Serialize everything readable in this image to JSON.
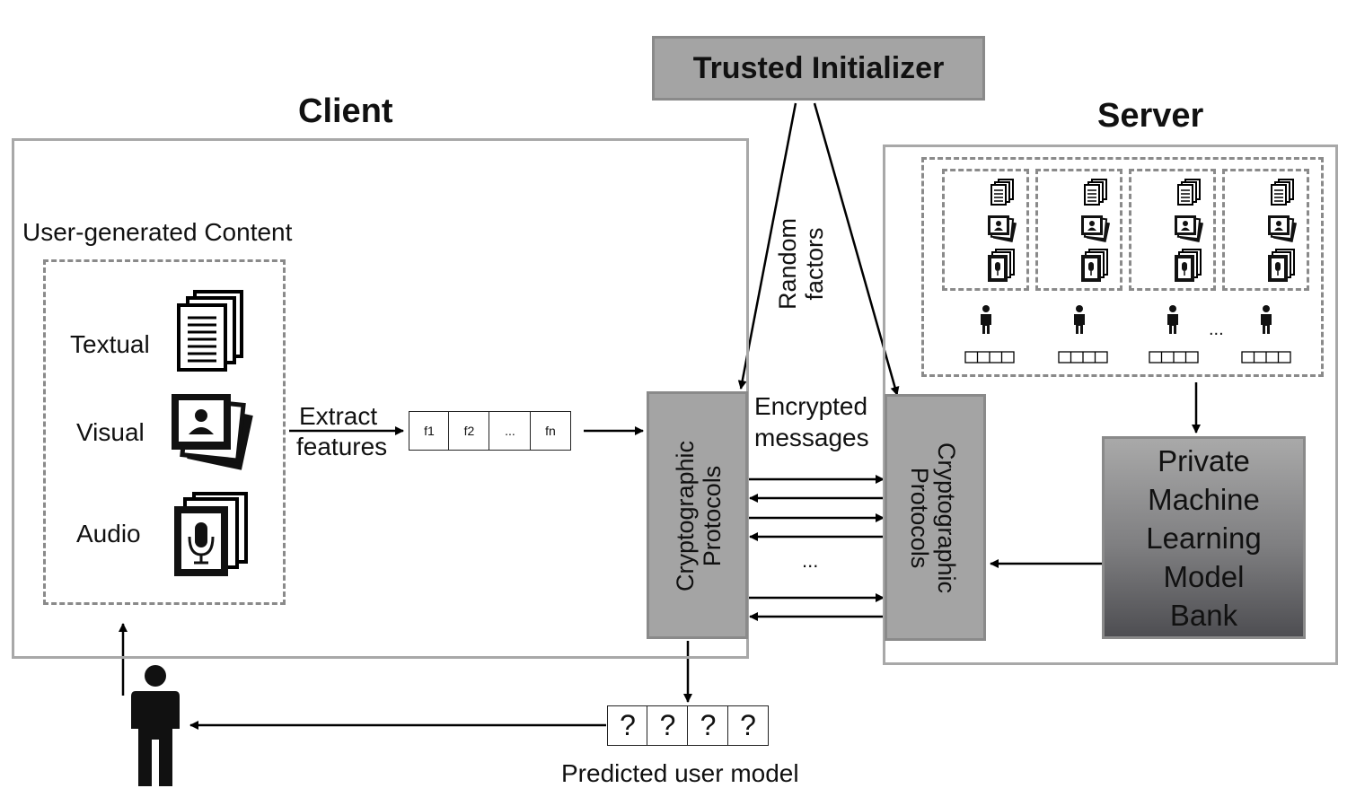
{
  "trusted_initializer": "Trusted Initializer",
  "client": {
    "title": "Client",
    "ugc_title": "User-generated Content",
    "modalities": [
      {
        "label": "Textual",
        "icon": "document-stack-icon"
      },
      {
        "label": "Visual",
        "icon": "photo-stack-icon"
      },
      {
        "label": "Audio",
        "icon": "microphone-stack-icon"
      }
    ],
    "extract_line1": "Extract",
    "extract_line2": "features",
    "features": [
      "f1",
      "f2",
      "...",
      "fn"
    ],
    "crypto_line1": "Cryptographic",
    "crypto_line2": "Protocols"
  },
  "server": {
    "title": "Server",
    "crypto_line1": "Cryptographic",
    "crypto_line2": "Protocols",
    "model_bank": [
      "Private",
      "Machine",
      "Learning",
      "Model",
      "Bank"
    ],
    "user_ellipsis": "..."
  },
  "random_factors_line1": "Random",
  "random_factors_line2": "factors",
  "encrypted_line1": "Encrypted",
  "encrypted_line2": "messages",
  "messages_ellipsis": "...",
  "predicted": {
    "label": "Predicted user model",
    "cells": [
      "?",
      "?",
      "?",
      "?"
    ]
  },
  "colors": {
    "protocol_box": "#a4a4a4",
    "bank_top": "#a9a9a9",
    "bank_bottom": "#4e4e52",
    "frame": "#a8a8a8",
    "dashed": "#8a8a8a"
  }
}
